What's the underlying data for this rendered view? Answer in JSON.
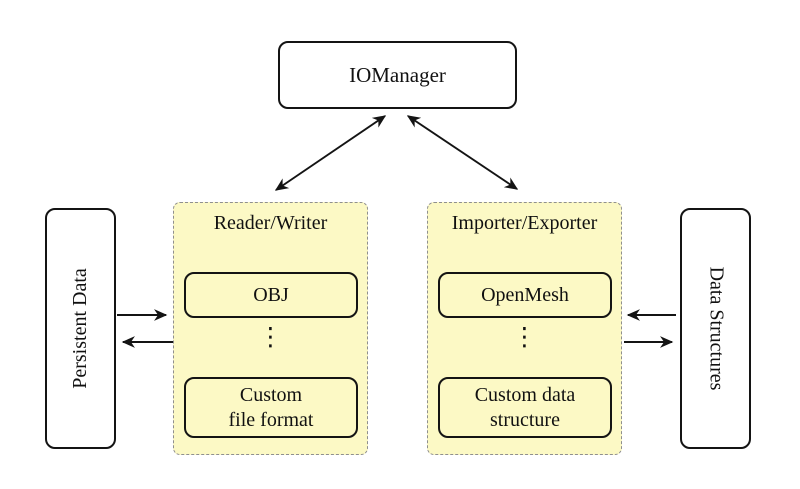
{
  "colors": {
    "group-fill": "#fcf9c5",
    "group-border": "#8f8f8f",
    "box-border": "#141414",
    "arrow": "#141414",
    "background": "#ffffff"
  },
  "diagram": {
    "iomanager": {
      "label": "IOManager"
    },
    "persistent_data": {
      "label": "Persistent Data"
    },
    "data_structures": {
      "label": "Data Structures"
    },
    "reader_writer": {
      "title": "Reader/Writer",
      "top_box": "OBJ",
      "dots": "⋮",
      "bottom_box": {
        "lines": [
          "Custom",
          "file format"
        ]
      }
    },
    "importer_exporter": {
      "title": "Importer/Exporter",
      "top_box": "OpenMesh",
      "dots": "⋮",
      "bottom_box": {
        "lines": [
          "Custom data",
          "structure"
        ]
      }
    }
  }
}
